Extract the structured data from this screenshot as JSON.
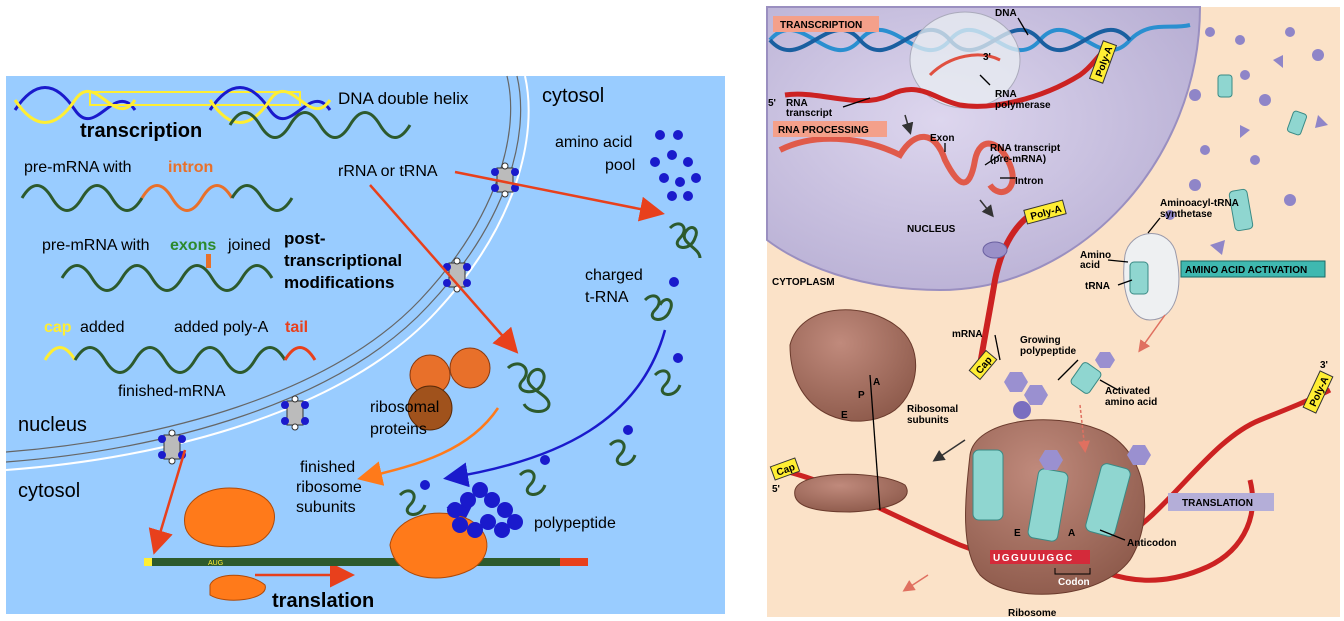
{
  "left": {
    "dna_helix": "DNA double helix",
    "transcription": "transcription",
    "cytosol_top": "cytosol",
    "pre_mrna_with": "pre-mRNA  with",
    "intron": "intron",
    "rrna_trna": "rRNA or tRNA",
    "amino_acid_pool_1": "amino acid",
    "amino_acid_pool_2": "pool",
    "exons_pre": "pre-mRNA with",
    "exons": "exons",
    "exons_post": "joined",
    "post_1": "post-",
    "post_2": "transcriptional",
    "post_3": "modifications",
    "charged_1": "charged",
    "charged_2": "t-RNA",
    "cap": "cap",
    "cap_added": "added",
    "added_polya": "added poly-A",
    "tail": "tail",
    "finished_mrna": "finished-mRNA",
    "nucleus": "nucleus",
    "ribosomal_1": "ribosomal",
    "ribosomal_2": "proteins",
    "cytosol_bottom": "cytosol",
    "finished_1": "finished",
    "finished_2": "ribosome",
    "finished_3": "subunits",
    "polypeptide": "polypeptide",
    "aug": "AUG",
    "translation": "translation"
  },
  "right": {
    "transcription": "TRANSCRIPTION",
    "dna": "DNA",
    "three_prime_top": "3'",
    "five_prime": "5'",
    "rna_transcript": "RNA\ntranscript",
    "rna_polymerase": "RNA\npolymerase",
    "poly_a_top": "Poly-A",
    "rna_processing": "RNA PROCESSING",
    "exon": "Exon",
    "rna_transcript_pre": "RNA transcript\n(pre-mRNA)",
    "intron": "Intron",
    "nucleus": "NUCLEUS",
    "poly_a_mid": "Poly-A",
    "aminoacyl": "Aminoacyl-tRNA\nsynthetase",
    "amino_acid": "Amino\nacid",
    "trna": "tRNA",
    "amino_acid_activation": "AMINO ACID ACTIVATION",
    "cytoplasm": "CYTOPLASM",
    "mrna": "mRNA",
    "growing": "Growing\npolypeptide",
    "cap_mid": "Cap",
    "activated": "Activated\namino acid",
    "site_a": "A",
    "site_p": "P",
    "site_e": "E",
    "ribosomal_subunits": "Ribosomal\nsubunits",
    "three_prime_right": "3'",
    "poly_a_right": "Poly-A",
    "cap_left": "Cap",
    "five_prime_left": "5'",
    "translation": "TRANSLATION",
    "e_site": "E",
    "a_site": "A",
    "anticodon": "Anticodon",
    "codons": "UGGUUUGGC",
    "codon": "Codon",
    "ribosome": "Ribosome"
  },
  "colors": {
    "left_bg": "#99ccff",
    "right_bg": "#fbe2c8",
    "nucleus_fill": "#c9c1df",
    "ribosome": "#a56f61",
    "trna": "#8fd6d0",
    "mrna_red": "#cc2222",
    "left_helix_green": "#2d5a2d",
    "intron_orange": "#e8702a",
    "arrow_red": "#e8401c",
    "arrow_blue": "#1a1acc",
    "ribosome_orange": "#ff7a1a"
  }
}
